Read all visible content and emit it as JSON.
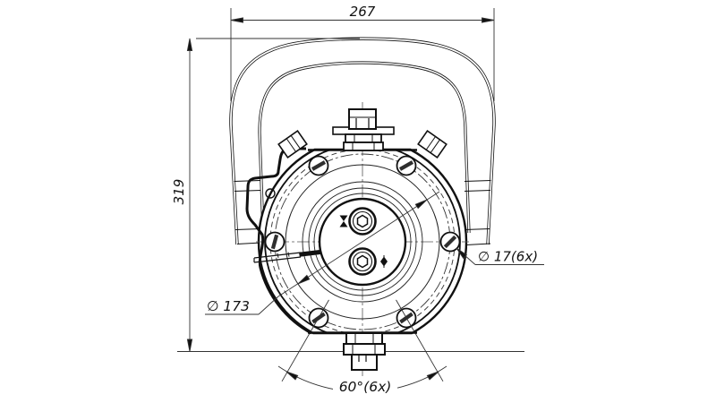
{
  "drawing": {
    "type": "technical-drawing",
    "view": "front view of hydraulic motor with carry handle",
    "background_color": "#ffffff",
    "line_color": "#1a1a1a",
    "labels": {
      "width": "267",
      "height": "319",
      "main_diameter": "∅ 173",
      "hole_diameter": "∅ 17(6x)",
      "hole_angle": "60°(6x)"
    }
  }
}
